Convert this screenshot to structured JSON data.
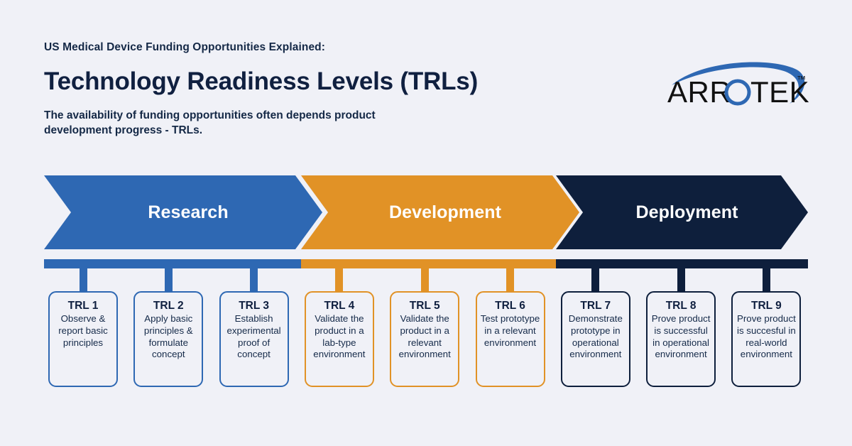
{
  "header": {
    "eyebrow": "US Medical Device Funding Opportunities Explained:",
    "headline": "Technology Readiness Levels (TRLs)",
    "subhead": "The availability of funding opportunities often depends product development progress - TRLs."
  },
  "logo": {
    "wordmark": "ARROTEK",
    "trademark": "™",
    "swoosh_color": "#2E68B3",
    "text_color": "#111111"
  },
  "colors": {
    "background": "#F0F1F7",
    "research": "#2E68B3",
    "development": "#E19226",
    "deployment": "#0E1F3C",
    "navy_text": "#102040",
    "white": "#FFFFFF"
  },
  "phases": [
    {
      "label": "Research",
      "color": "#2E68B3"
    },
    {
      "label": "Development",
      "color": "#E19226"
    },
    {
      "label": "Deployment",
      "color": "#0E1F3C"
    }
  ],
  "levels": [
    {
      "title": "TRL 1",
      "body": "Observe & report basic principles",
      "phase": "Research",
      "color": "#2E68B3"
    },
    {
      "title": "TRL 2",
      "body": "Apply basic principles & formulate concept",
      "phase": "Research",
      "color": "#2E68B3"
    },
    {
      "title": "TRL 3",
      "body": "Establish experimental proof of concept",
      "phase": "Research",
      "color": "#2E68B3"
    },
    {
      "title": "TRL 4",
      "body": "Validate the product in a lab-type environment",
      "phase": "Development",
      "color": "#E19226"
    },
    {
      "title": "TRL 5",
      "body": "Validate the product in a relevant environment",
      "phase": "Development",
      "color": "#E19226"
    },
    {
      "title": "TRL 6",
      "body": "Test prototype in a relevant environment",
      "phase": "Development",
      "color": "#E19226"
    },
    {
      "title": "TRL 7",
      "body": "Demonstrate prototype in operational environment",
      "phase": "Deployment",
      "color": "#0E1F3C"
    },
    {
      "title": "TRL 8",
      "body": "Prove product is successful in operational environment",
      "phase": "Deployment",
      "color": "#0E1F3C"
    },
    {
      "title": "TRL 9",
      "body": "Prove product is succesful in real-world environment",
      "phase": "Deployment",
      "color": "#0E1F3C"
    }
  ]
}
